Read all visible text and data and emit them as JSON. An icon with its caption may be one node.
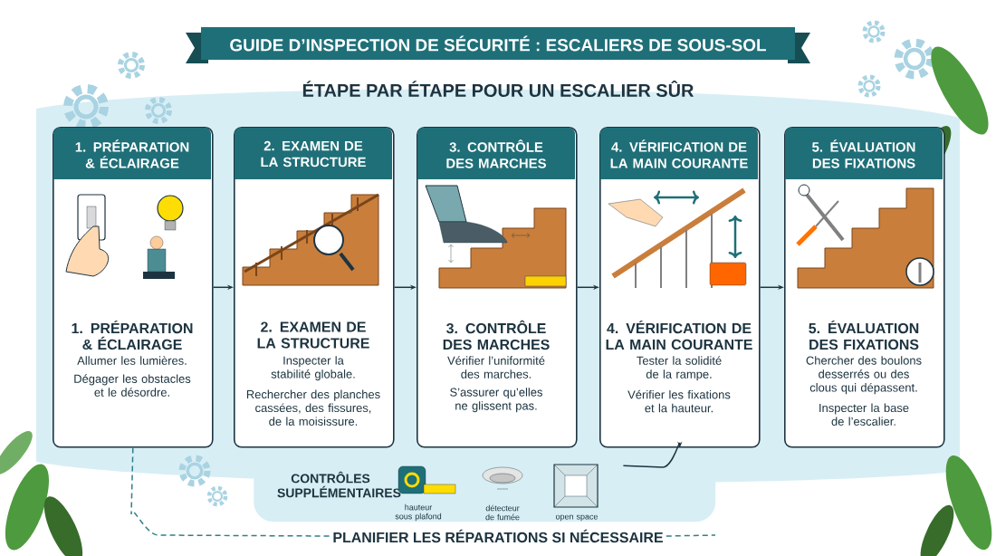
{
  "diagram": {
    "title": "GUIDE D’INSPECTION DE SÉCURITÉ : ESCALIERS DE SOUS-SOL",
    "nodes": [
      {
        "text": [
          "1. PRÉPARATION & ÉCLAIRAGE",
          "1. PRÉPARATION & ÉCLAIRAGE",
          "Allumer les lumières.",
          "Dégager les obstacles et le désordre."
        ]
      },
      {
        "text": [
          "2. EXAMEN DE LA STRUCTURE",
          "2. EXAMEN DE LA STRUCTURE",
          "Inspecter la stabilité globale.",
          "Rechercher des planches cassées, des fissures, de la moisissure."
        ]
      },
      {
        "text": [
          "3. CONTRÔLE DES MARCHES",
          "3. CONTRÔLE DES MARCHES",
          "Vérifier l’uniformité des marches.",
          "S’assurer qu’elles ne glissent pas."
        ]
      },
      {
        "text": [
          "4. VÉRIFICATION DE LA MAIN COURANTE",
          "4. VÉRIFICATION DE LA MAIN COURANTE",
          "Tester la solidité de la rampe.",
          "Vérifier les fixations et la hauteur."
        ]
      },
      {
        "text": [
          "5. ÉVALUATION DES FIXATIONS",
          "5. ÉVALUATION DES FIXATIONS",
          "Chercher des boulons desserrés ou des clous qui dépassent.",
          "Inspecter la base de l’escalier."
        ]
      },
      {
        "text": [
          "CONTRÔLES SUPPLÉMENTAIRES",
          "hauteur sous plafond",
          "détecteur de fumée",
          "open space"
        ]
      },
      {
        "text": [
          "PLANIFIER LES RÉPARATIONS SI NÉCESSAIRE"
        ]
      }
    ],
    "edges": [
      {
        "from": 0,
        "to": 1,
        "arrow": "to"
      },
      {
        "from": 1,
        "to": 2,
        "arrow": "to"
      },
      {
        "from": 2,
        "to": 3,
        "arrow": "to"
      },
      {
        "from": 3,
        "to": 4,
        "arrow": "to"
      },
      {
        "from": 5,
        "to": 3,
        "arrow": "to"
      },
      {
        "from": 0,
        "to": 6,
        "arrow": "none",
        "style": "dashed",
        "color": "#2f7f8a"
      },
      {
        "from": 6,
        "to": null,
        "arrow": "none",
        "style": "dashed",
        "color": "#2f7f8a"
      }
    ],
    "labels": [
      "ÉTAPE PAR ÉTAPE POUR UN ESCALIER SÛR"
    ]
  }
}
